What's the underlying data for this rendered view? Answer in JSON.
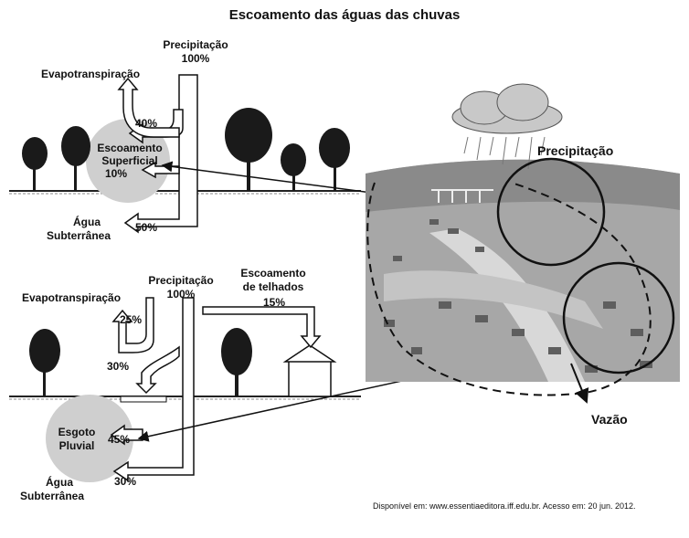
{
  "title": "Escoamento das águas das chuvas",
  "credit": "Disponível em: www.essentiaeditora.iff.edu.br. Acesso em: 20 jun. 2012.",
  "natural": {
    "precipitation_label": "Precipitação",
    "precipitation_value": "100%",
    "evapo_label": "Evapotranspiração",
    "evapo_value": "40%",
    "surface_label_1": "Escoamento",
    "surface_label_2": "Superficial",
    "surface_value": "10%",
    "ground_label_1": "Água",
    "ground_label_2": "Subterrânea",
    "ground_value": "50%"
  },
  "urban": {
    "precipitation_label": "Precipitação",
    "precipitation_value": "100%",
    "roof_label_1": "Escoamento",
    "roof_label_2": "de telhados",
    "roof_value": "15%",
    "evapo_label": "Evapotranspiração",
    "evapo_value": "25%",
    "runoff_value": "30%",
    "sewer_label_1": "Esgoto",
    "sewer_label_2": "Pluvial",
    "sewer_value": "45%",
    "ground_label_1": "Água",
    "ground_label_2": "Subterrânea",
    "ground_value": "30%"
  },
  "photo": {
    "precipitation_label": "Precipitação",
    "flow_label": "Vazão"
  }
}
